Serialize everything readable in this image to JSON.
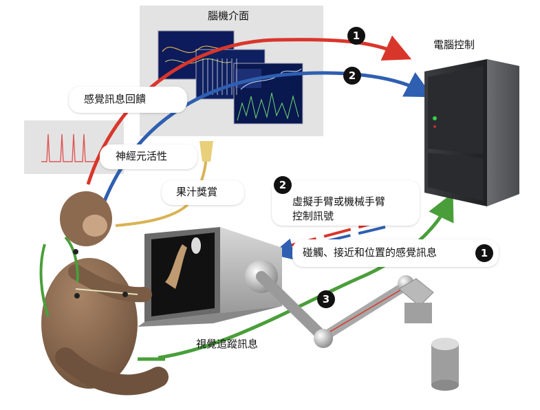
{
  "labels": {
    "bci_title": "腦機介面",
    "computer_control": "電腦控制",
    "sensory_feedback": "感覺訊息回饋",
    "neuron_activity": "神經元活性",
    "juice_reward": "果汁獎賞",
    "control_signal_line1": "虛擬手臂或機械手臂",
    "control_signal_line2": "控制訊號",
    "touch_feedback": "碰觸、接近和位置的感覺訊息",
    "visual_tracking": "視覺追蹤訊息"
  },
  "badges": {
    "top_arc": "1",
    "middle_arc": "2",
    "control_signal": "2",
    "touch_feedback": "1",
    "robot_arm": "3"
  },
  "colors": {
    "red_pathway": "#d9362b",
    "blue_pathway": "#2f5fb0",
    "green_pathway": "#4a9e3a",
    "badge": "#111111",
    "panel": "#e3e3e3"
  }
}
